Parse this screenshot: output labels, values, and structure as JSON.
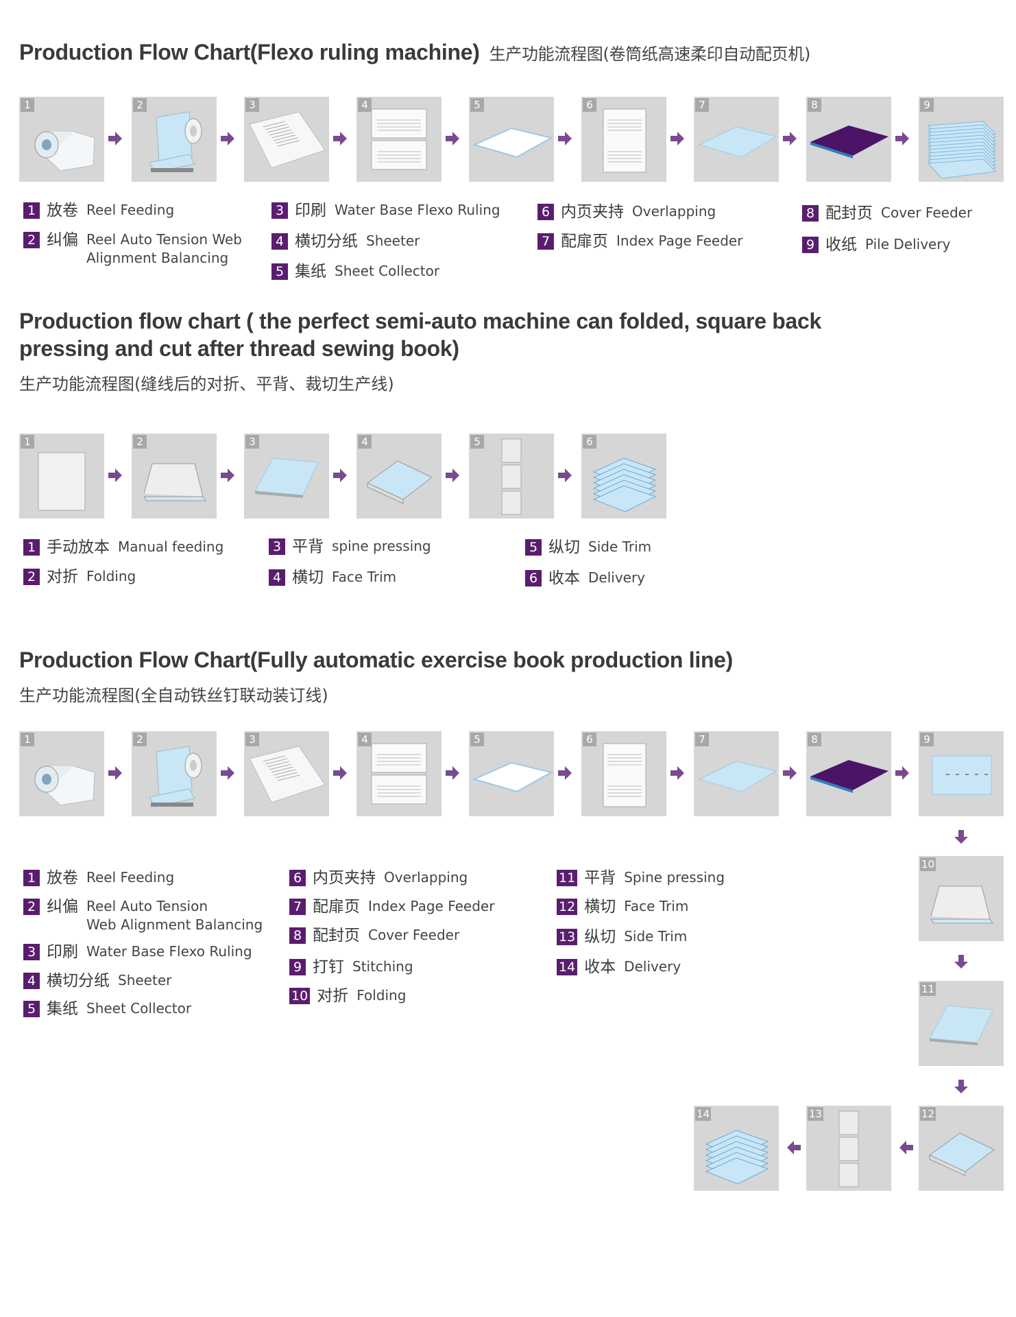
{
  "section1": {
    "title": "Production Flow Chart(Flexo ruling machine)",
    "title_cn": "生产功能流程图(卷筒纸高速柔印自动配页机)",
    "steps": [
      {
        "no": "1",
        "cn": "放卷",
        "en": "Reel Feeding"
      },
      {
        "no": "2",
        "cn": "纠偏",
        "en": "Reel Auto Tension Web",
        "en2": "Alignment Balancing"
      },
      {
        "no": "3",
        "cn": "印刷",
        "en": "Water Base Flexo Ruling"
      },
      {
        "no": "4",
        "cn": "横切分纸",
        "en": "Sheeter"
      },
      {
        "no": "5",
        "cn": "集纸",
        "en": "Sheet Collector"
      },
      {
        "no": "6",
        "cn": "内页夹持",
        "en": "Overlapping"
      },
      {
        "no": "7",
        "cn": "配扉页",
        "en": "Index Page Feeder"
      },
      {
        "no": "8",
        "cn": "配封页",
        "en": "Cover Feeder"
      },
      {
        "no": "9",
        "cn": "收纸",
        "en": "Pile Delivery"
      }
    ]
  },
  "section2": {
    "title_line1": "Production flow chart ( the perfect semi-auto machine can folded, square back",
    "title_line2": "pressing and cut after thread sewing book)",
    "title_cn": "生产功能流程图(缝线后的对折、平背、裁切生产线)",
    "steps": [
      {
        "no": "1",
        "cn": "手动放本",
        "en": "Manual feeding"
      },
      {
        "no": "2",
        "cn": "对折",
        "en": "Folding"
      },
      {
        "no": "3",
        "cn": "平背",
        "en": "spine pressing"
      },
      {
        "no": "4",
        "cn": "横切",
        "en": "Face Trim"
      },
      {
        "no": "5",
        "cn": "纵切",
        "en": "Side Trim"
      },
      {
        "no": "6",
        "cn": "收本",
        "en": "Delivery"
      }
    ]
  },
  "section3": {
    "title": "Production Flow Chart(Fully automatic exercise book production line)",
    "title_cn": "生产功能流程图(全自动铁丝钉联动装订线)",
    "steps": [
      {
        "no": "1",
        "cn": "放卷",
        "en": "Reel Feeding"
      },
      {
        "no": "2",
        "cn": "纠偏",
        "en": "Reel Auto Tension",
        "en2": "Web Alignment Balancing"
      },
      {
        "no": "3",
        "cn": "印刷",
        "en": "Water Base Flexo Ruling"
      },
      {
        "no": "4",
        "cn": "横切分纸",
        "en": "Sheeter"
      },
      {
        "no": "5",
        "cn": "集纸",
        "en": "Sheet Collector"
      },
      {
        "no": "6",
        "cn": "内页夹持",
        "en": "Overlapping"
      },
      {
        "no": "7",
        "cn": "配扉页",
        "en": "Index Page Feeder"
      },
      {
        "no": "8",
        "cn": "配封页",
        "en": "Cover Feeder"
      },
      {
        "no": "9",
        "cn": "打钉",
        "en": "Stitching"
      },
      {
        "no": "10",
        "cn": "对折",
        "en": "Folding"
      },
      {
        "no": "11",
        "cn": "平背",
        "en": "Spine pressing"
      },
      {
        "no": "12",
        "cn": "横切",
        "en": "Face Trim"
      },
      {
        "no": "13",
        "cn": "纵切",
        "en": "Side Trim"
      },
      {
        "no": "14",
        "cn": "收本",
        "en": "Delivery"
      }
    ]
  },
  "colors": {
    "box": "#d6d6d6",
    "badge": "#5a1d6e",
    "arrow": "#7a4a90",
    "paper_blue": "#c9e6f7",
    "cover_purple": "#4b1466"
  }
}
